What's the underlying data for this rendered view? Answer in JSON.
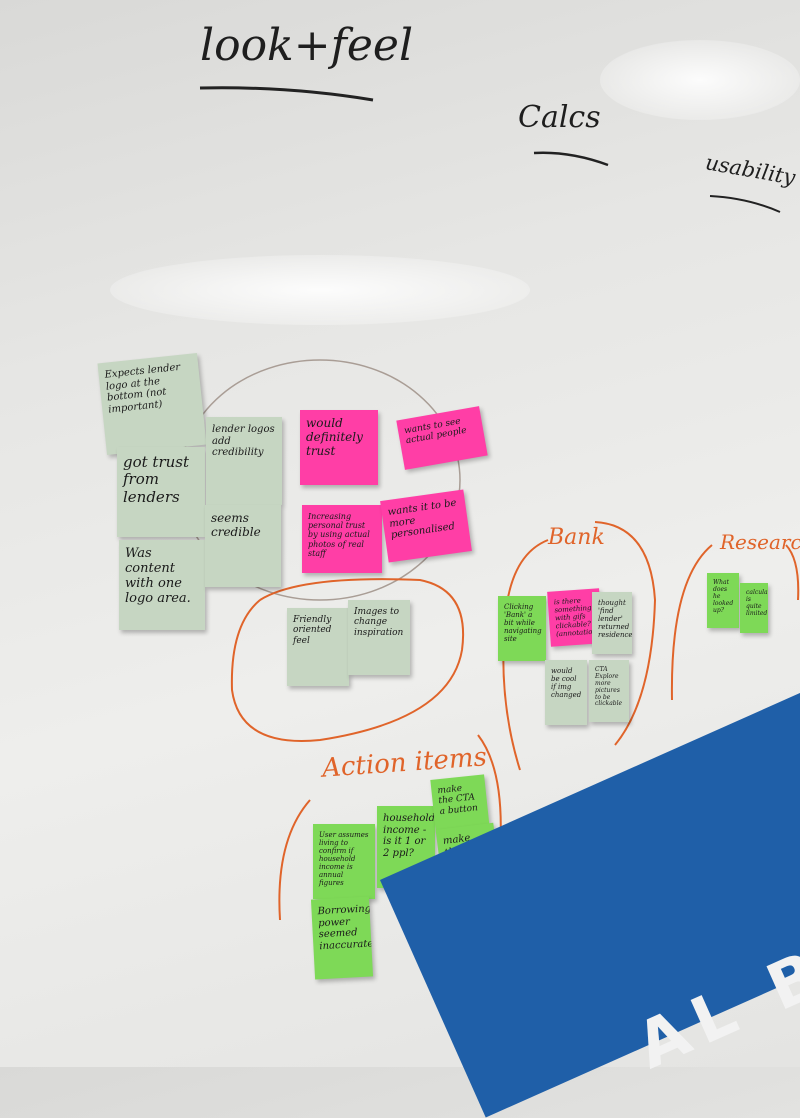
{
  "headings": {
    "look_feel": "look+feel",
    "calcs": "Calcs",
    "usability": "usability",
    "bank": "Bank",
    "research": "Research",
    "action_items": "Action items"
  },
  "notes": [
    {
      "text": "Expects lender logo at the bottom (not important)"
    },
    {
      "text": "got trust from lenders"
    },
    {
      "text": "Was content with one logo area."
    },
    {
      "text": "lender logos add credibility"
    },
    {
      "text": "seems credible"
    },
    {
      "text": "would definitely trust"
    },
    {
      "text": "wants to see actual people"
    },
    {
      "text": "Increasing personal trust by using actual photos of real staff"
    },
    {
      "text": "wants it to be more personalised"
    },
    {
      "text": "Friendly oriented feel"
    },
    {
      "text": "Images to change inspiration"
    },
    {
      "text": "Clicking 'Bank' a bit while navigating site"
    },
    {
      "text": "is there something with gifs clickable? (annotations)"
    },
    {
      "text": "thought 'find lender' returned residence"
    },
    {
      "text": "would be cool if img changed"
    },
    {
      "text": "CTA Explore more pictures to be clickable"
    },
    {
      "text": "What does he looked up?"
    },
    {
      "text": "calculator is quite limited"
    },
    {
      "text": "User assumes living to confirm if household income is annual figures"
    },
    {
      "text": "household income - is it 1 or 2 ppl?"
    },
    {
      "text": "make the CTA a button"
    },
    {
      "text": "make the CTA bigger."
    },
    {
      "text": "Borrowing power seemed inaccurate"
    }
  ],
  "band_text": "AL BR",
  "colors": {
    "sage_note": "#c6d6c2",
    "pink_note": "#ff3ea6",
    "green_note": "#7ed957",
    "marker_orange": "#e0642a",
    "blue_band": "#1f5fa8"
  }
}
